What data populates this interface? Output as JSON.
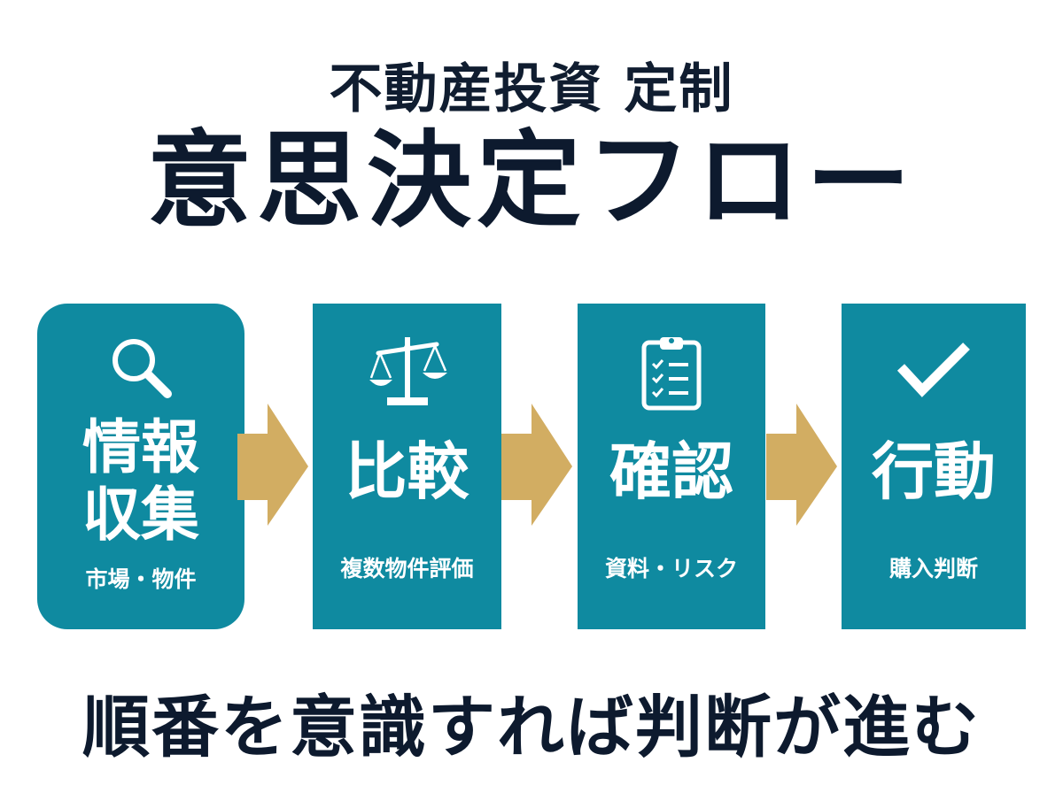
{
  "header": {
    "subtitle": "不動産投資 定制",
    "title": "意思決定フロー"
  },
  "steps": [
    {
      "main_line1": "情報",
      "main_line2": "収集",
      "sub": "市場・物件",
      "icon": "magnifier-icon"
    },
    {
      "main": "比較",
      "sub": "複数物件評価",
      "icon": "scale-icon"
    },
    {
      "main": "確認",
      "sub": "資料・リスク",
      "icon": "clipboard-checklist-icon"
    },
    {
      "main": "行動",
      "sub": "購入判断",
      "icon": "checkmark-icon"
    }
  ],
  "footer": {
    "text": "順番を意識すれば判断が進む"
  },
  "colors": {
    "panel": "#0f8aa0",
    "arrow": "#d2ad62",
    "text_dark": "#0d1a2e",
    "background": "#ffffff"
  }
}
